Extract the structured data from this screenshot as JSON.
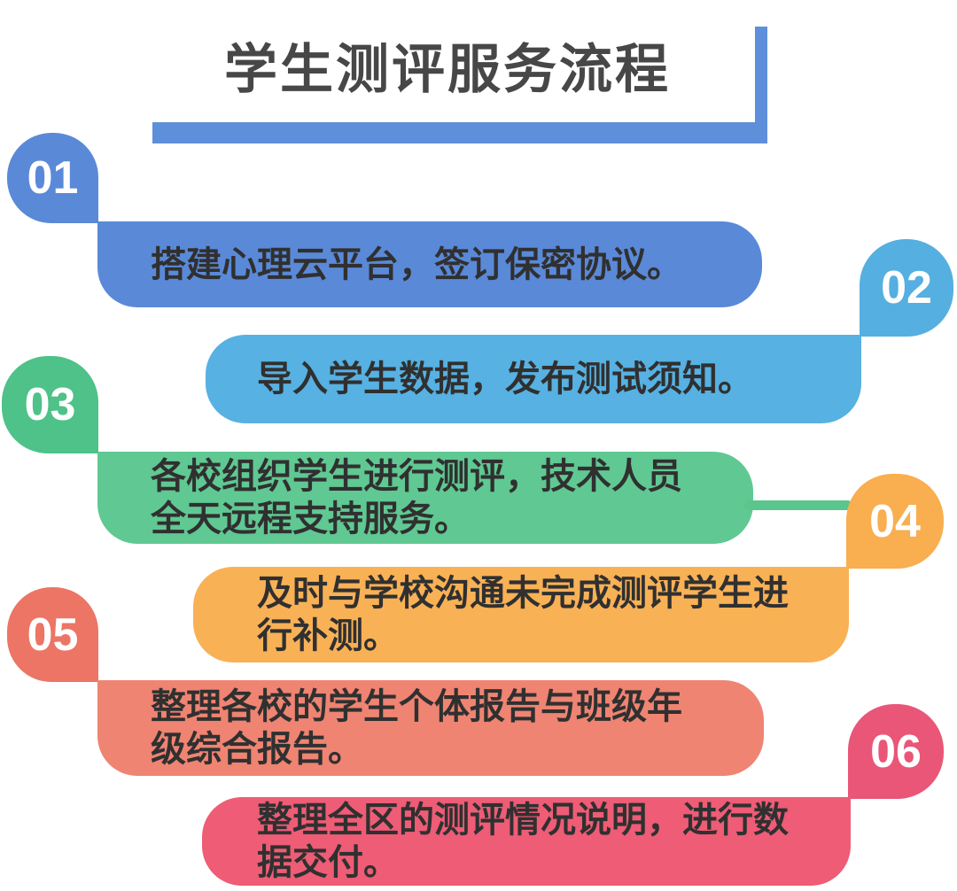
{
  "title": {
    "text": "学生测评服务流程",
    "text_color": "#474747",
    "box_color": "#FFFFFF",
    "shadow_color": "#5E8FDA"
  },
  "colors": {
    "background": "#FFFFFF",
    "body_text": "#303030",
    "number_text": "#FFFFFF"
  },
  "connector": {
    "color": "#5BC58E"
  },
  "steps": [
    {
      "number": "01",
      "side": "left",
      "badge_color": "#5A89D8",
      "bar_color": "#5A89D8",
      "text": "搭建心理云平台，签订保密协议。"
    },
    {
      "number": "02",
      "side": "right",
      "badge_color": "#55AFE0",
      "bar_color": "#57B1E2",
      "text": "导入学生数据，发布测试须知。"
    },
    {
      "number": "03",
      "side": "left",
      "badge_color": "#4EC288",
      "bar_color": "#60C892",
      "text": "各校组织学生进行测评，技术人员\n全天远程支持服务。"
    },
    {
      "number": "04",
      "side": "right",
      "badge_color": "#F9AE4F",
      "bar_color": "#F9B156",
      "text": "及时与学校沟通未完成测评学生进\n行补测。"
    },
    {
      "number": "05",
      "side": "left",
      "badge_color": "#EC7565",
      "bar_color": "#EF8472",
      "text": "整理各校的学生个体报告与班级年\n级综合报告。"
    },
    {
      "number": "06",
      "side": "right",
      "badge_color": "#E95677",
      "bar_color": "#EE5C76",
      "text": "整理全区的测评情况说明，进行数\n据交付。"
    }
  ]
}
